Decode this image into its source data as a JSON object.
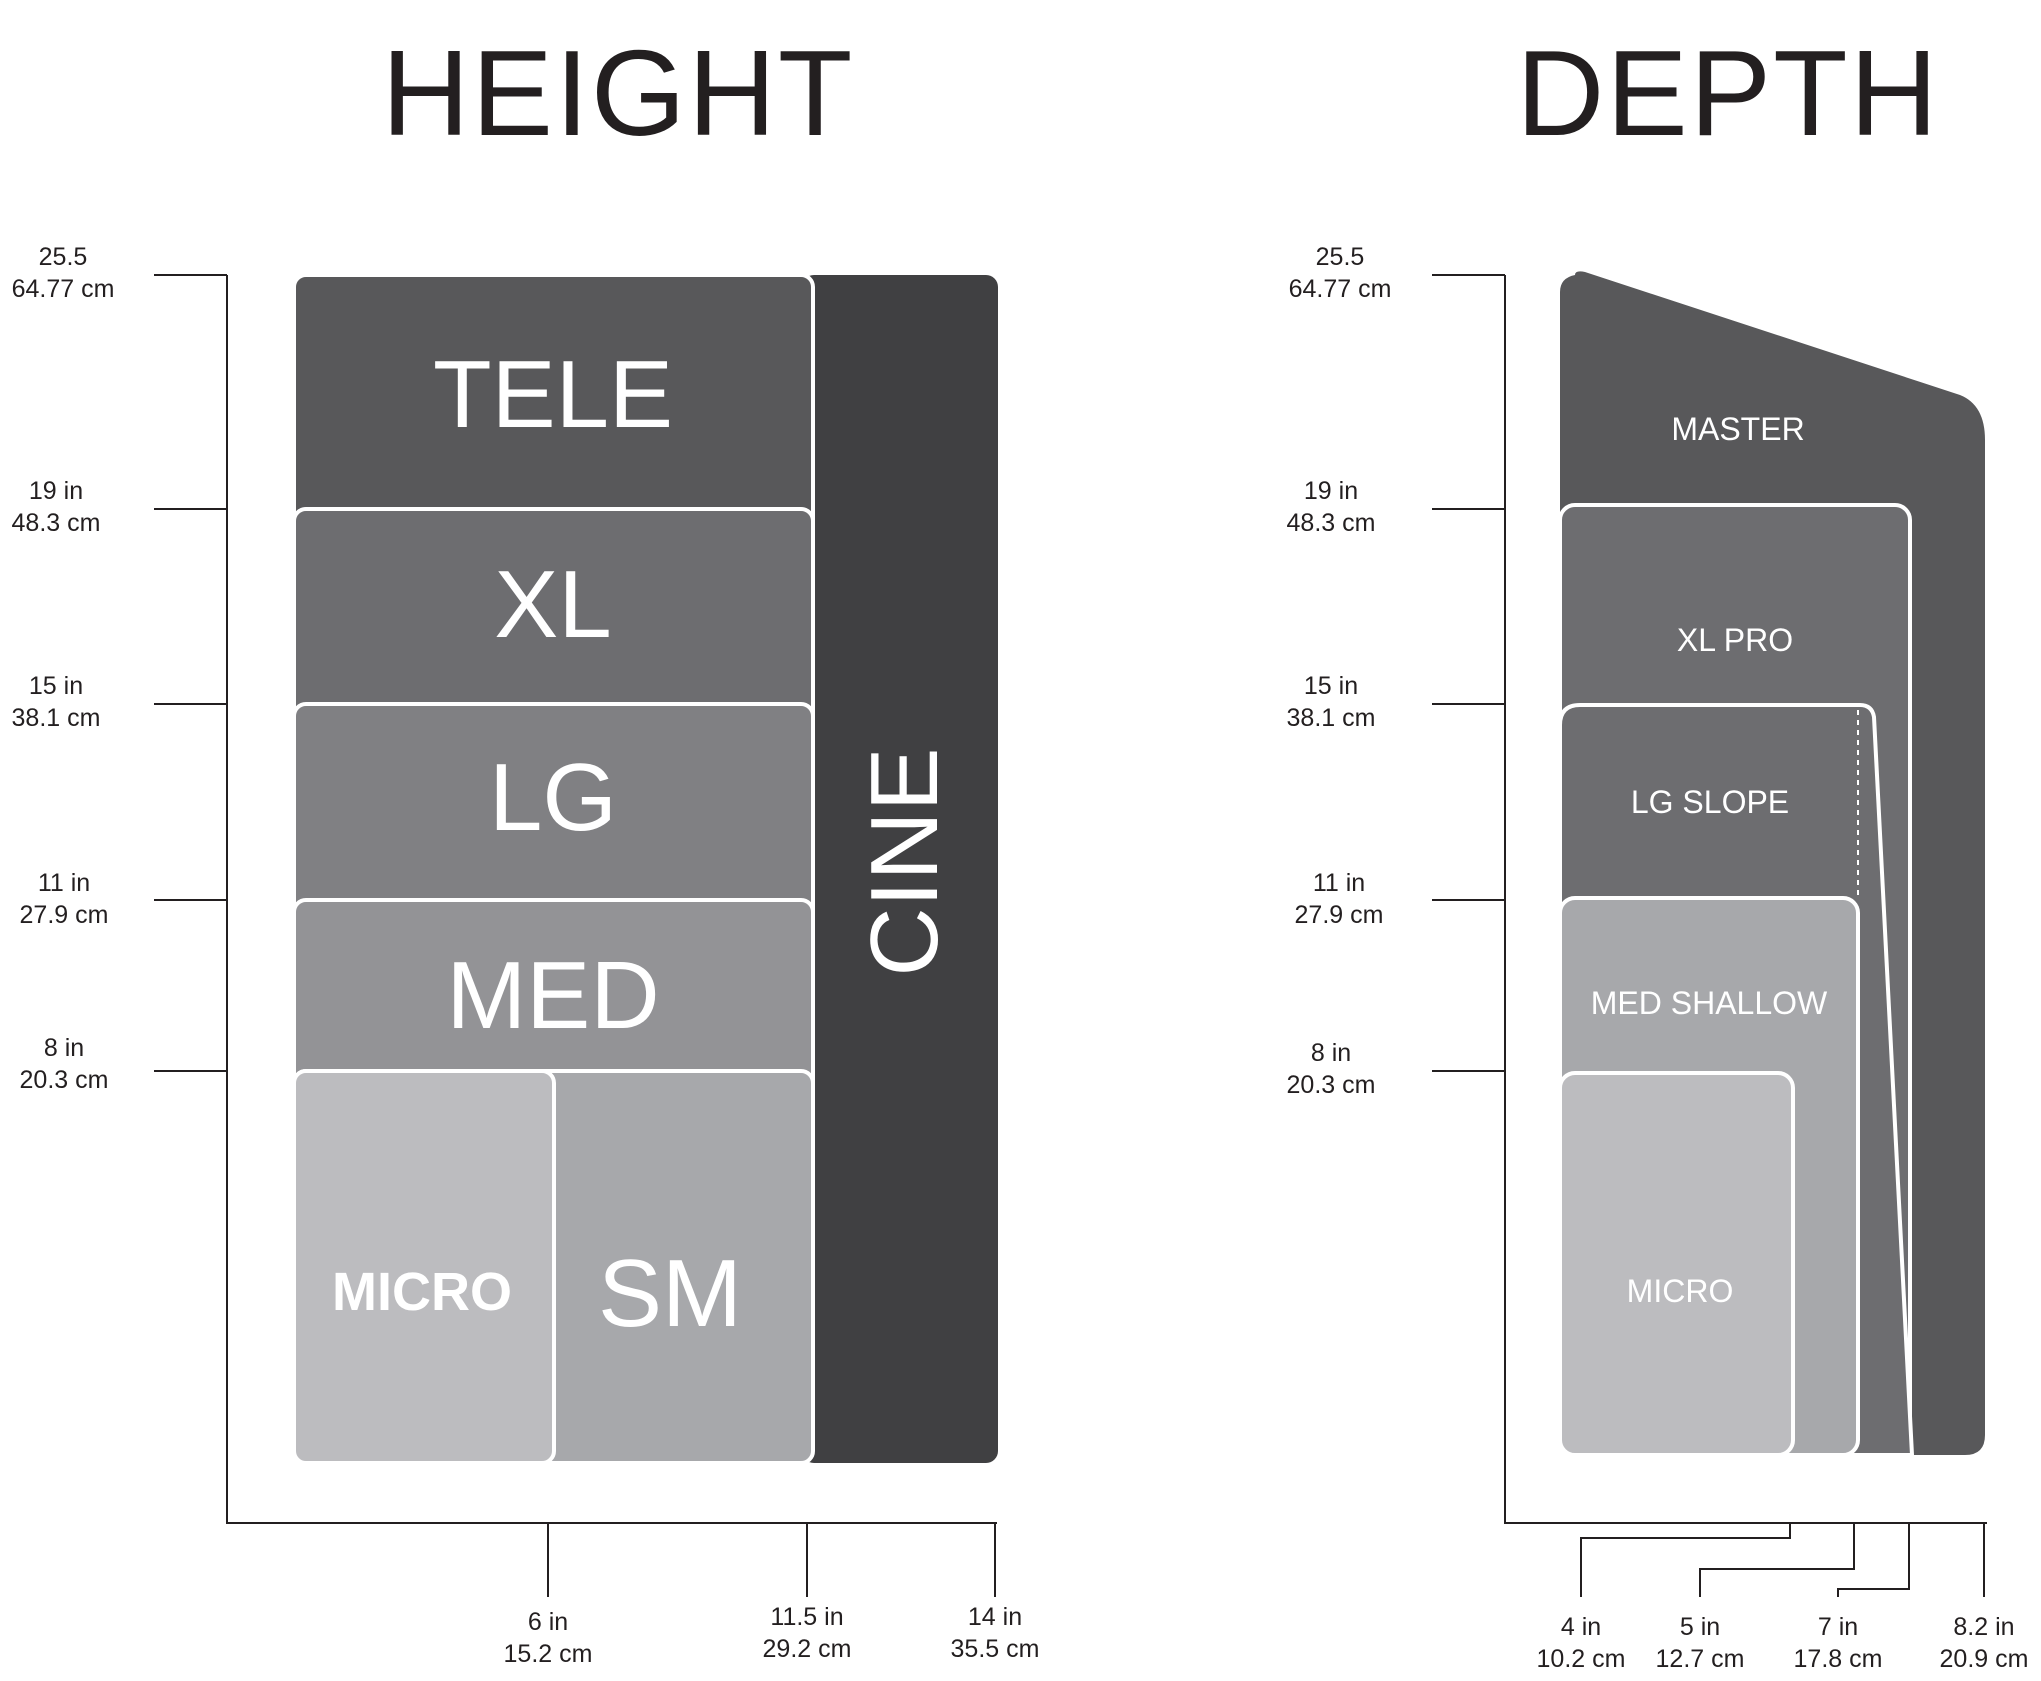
{
  "titles": {
    "height": "HEIGHT",
    "depth": "DEPTH"
  },
  "height_chart": {
    "y_labels": [
      {
        "in": "25.5",
        "cm": "64.77 cm"
      },
      {
        "in": "19 in",
        "cm": "48.3 cm"
      },
      {
        "in": "15 in",
        "cm": "38.1 cm"
      },
      {
        "in": "11 in",
        "cm": "27.9 cm"
      },
      {
        "in": "8 in",
        "cm": "20.3 cm"
      }
    ],
    "x_labels": [
      {
        "in": "6 in",
        "cm": "15.2 cm"
      },
      {
        "in": "11.5 in",
        "cm": "29.2 cm"
      },
      {
        "in": "14 in",
        "cm": "35.5 cm"
      }
    ],
    "cases": {
      "tele": "TELE",
      "xl": "XL",
      "lg": "LG",
      "med": "MED",
      "micro": "MICRO",
      "sm": "SM",
      "cine": "CINE"
    }
  },
  "depth_chart": {
    "y_labels": [
      {
        "in": "25.5",
        "cm": "64.77 cm"
      },
      {
        "in": "19 in",
        "cm": "48.3 cm"
      },
      {
        "in": "15 in",
        "cm": "38.1 cm"
      },
      {
        "in": "11 in",
        "cm": "27.9 cm"
      },
      {
        "in": "8 in",
        "cm": "20.3 cm"
      }
    ],
    "x_labels": [
      {
        "in": "4 in",
        "cm": "10.2 cm"
      },
      {
        "in": "5 in",
        "cm": "12.7 cm"
      },
      {
        "in": "7 in",
        "cm": "17.8 cm"
      },
      {
        "in": "8.2 in",
        "cm": "20.9 cm"
      }
    ],
    "cases": {
      "master": "MASTER",
      "xl_pro": "XL PRO",
      "lg_slope": "LG SLOPE",
      "med_shallow": "MED SHALLOW",
      "micro": "MICRO"
    }
  },
  "colors": {
    "text": "#231f20",
    "cine": "#404042",
    "tele": "#58585a",
    "xl": "#6d6d70",
    "lg": "#808083",
    "med": "#939396",
    "sm": "#a7a8ab",
    "micro": "#bcbcbf",
    "master": "#58585a",
    "xl_pro": "#6d6d70",
    "lg_slope": "#6d6d70",
    "med_shallow": "#a7a8ab",
    "micro_depth": "#bcbcbf"
  }
}
